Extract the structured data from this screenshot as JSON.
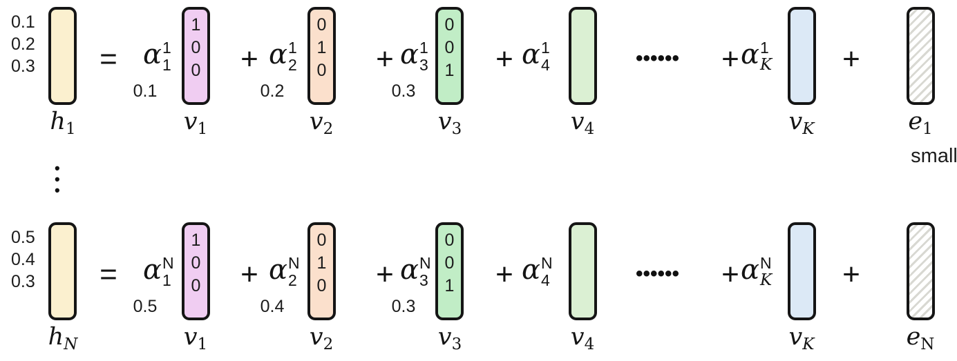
{
  "colors": {
    "border": "#151515",
    "h_fill": "#FBF0CF",
    "v1_fill": "#F0CDF2",
    "v2_fill": "#FBE0CC",
    "v3_fill": "#C1EDC6",
    "v4_fill": "#DBF0D3",
    "vk_fill": "#DCE9F6",
    "e_hatch": "#D8D8D2"
  },
  "operators": {
    "equals": "=",
    "plus": "+",
    "hdots": "••••••",
    "vdots": "•••"
  },
  "rows": [
    {
      "h": {
        "values": [
          "0.1",
          "0.2",
          "0.3"
        ],
        "label": {
          "base": "h",
          "sub": "1"
        }
      },
      "terms": [
        {
          "coef": {
            "base": "α",
            "sup": "1",
            "sub": "1"
          },
          "value": "0.1",
          "digits": [
            "1",
            "0",
            "0"
          ],
          "label": {
            "base": "v",
            "sub": "1"
          }
        },
        {
          "coef": {
            "base": "α",
            "sup": "1",
            "sub": "2"
          },
          "value": "0.2",
          "digits": [
            "0",
            "1",
            "0"
          ],
          "label": {
            "base": "v",
            "sub": "2"
          }
        },
        {
          "coef": {
            "base": "α",
            "sup": "1",
            "sub": "3"
          },
          "value": "0.3",
          "digits": [
            "0",
            "0",
            "1"
          ],
          "label": {
            "base": "v",
            "sub": "3"
          }
        },
        {
          "coef": {
            "base": "α",
            "sup": "1",
            "sub": "4"
          },
          "label": {
            "base": "v",
            "sub": "4"
          }
        },
        {
          "coef": {
            "base": "α",
            "sup": "1",
            "sub": "K"
          },
          "label": {
            "base": "v",
            "sub": "K"
          }
        }
      ],
      "residual": {
        "label": {
          "base": "e",
          "sub": "1"
        },
        "note": "small"
      }
    },
    {
      "h": {
        "values": [
          "0.5",
          "0.4",
          "0.3"
        ],
        "label": {
          "base": "h",
          "sub": "N"
        }
      },
      "terms": [
        {
          "coef": {
            "base": "α",
            "sup": "N",
            "sub": "1"
          },
          "value": "0.5",
          "digits": [
            "1",
            "0",
            "0"
          ],
          "label": {
            "base": "v",
            "sub": "1"
          }
        },
        {
          "coef": {
            "base": "α",
            "sup": "N",
            "sub": "2"
          },
          "value": "0.4",
          "digits": [
            "0",
            "1",
            "0"
          ],
          "label": {
            "base": "v",
            "sub": "2"
          }
        },
        {
          "coef": {
            "base": "α",
            "sup": "N",
            "sub": "3"
          },
          "value": "0.3",
          "digits": [
            "0",
            "0",
            "1"
          ],
          "label": {
            "base": "v",
            "sub": "3"
          }
        },
        {
          "coef": {
            "base": "α",
            "sup": "N",
            "sub": "4"
          },
          "label": {
            "base": "v",
            "sub": "4"
          }
        },
        {
          "coef": {
            "base": "α",
            "sup": "N",
            "sub": "K"
          },
          "label": {
            "base": "v",
            "sub": "K"
          }
        }
      ],
      "residual": {
        "label": {
          "base": "e",
          "sub": "N"
        }
      }
    }
  ]
}
